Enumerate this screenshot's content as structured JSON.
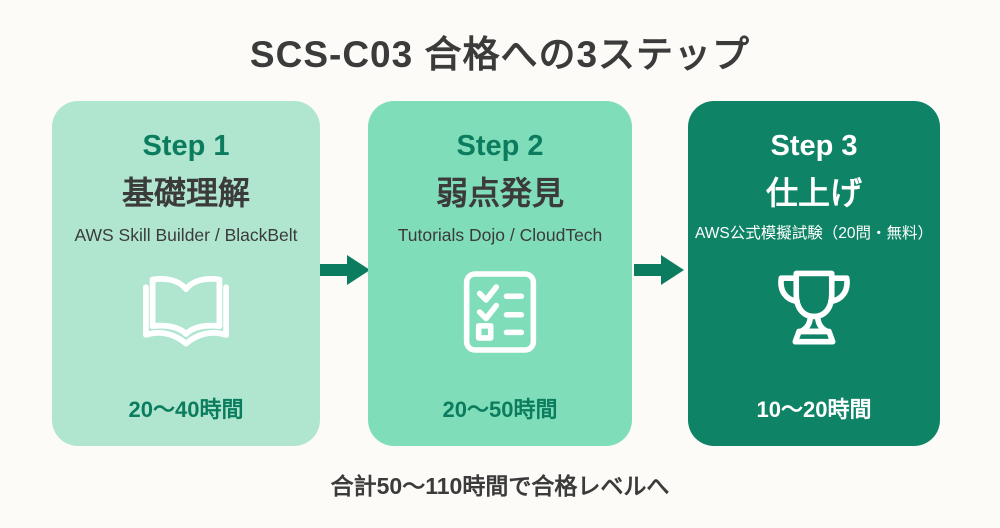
{
  "title": "SCS-C03 合格への3ステップ",
  "footer": "合計50〜110時間で合格レベルへ",
  "colors": {
    "background": "#fcfbf7",
    "card1_bg": "#b0e6d0",
    "card2_bg": "#80ddb9",
    "card3_bg": "#0f8366",
    "accent": "#0b7d5e",
    "text_dark": "#3b3b3b",
    "text_white": "#ffffff"
  },
  "steps": [
    {
      "label": "Step 1",
      "heading": "基礎理解",
      "subtitle": "AWS Skill Builder / BlackBelt",
      "icon": "open-book-icon",
      "hours": "20〜40時間"
    },
    {
      "label": "Step 2",
      "heading": "弱点発見",
      "subtitle": "Tutorials Dojo / CloudTech",
      "icon": "checklist-icon",
      "hours": "20〜50時間"
    },
    {
      "label": "Step 3",
      "heading": "仕上げ",
      "subtitle": "AWS公式模擬試験（20問・無料）",
      "icon": "trophy-icon",
      "hours": "10〜20時間"
    }
  ]
}
